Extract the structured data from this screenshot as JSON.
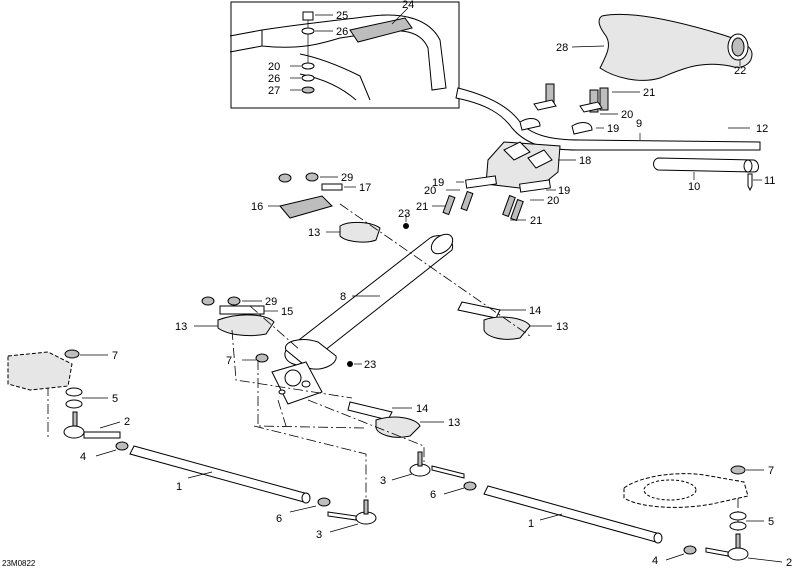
{
  "diagram": {
    "reference_code": "23M0822",
    "callouts": {
      "c25": "25",
      "c24": "24",
      "c26a": "26",
      "c20a": "20",
      "c26b": "26",
      "c27": "27",
      "c28": "28",
      "c22": "22",
      "c21a": "21",
      "c20b": "20",
      "c19a": "19",
      "c9": "9",
      "c12": "12",
      "c18": "18",
      "c19b": "19",
      "c19c": "19",
      "c20c": "20",
      "c20d": "20",
      "c21b": "21",
      "c21c": "21",
      "c10": "10",
      "c11": "11",
      "c29a": "29",
      "c17": "17",
      "c16": "16",
      "c23a": "23",
      "c13a": "13",
      "c8": "8",
      "c29b": "29",
      "c15": "15",
      "c13b": "13",
      "c14a": "14",
      "c13c": "13",
      "c7a": "7",
      "c23b": "23",
      "c14b": "14",
      "c13d": "13",
      "c7b": "7",
      "c5a": "5",
      "c2a": "2",
      "c4a": "4",
      "c1a": "1",
      "c3a": "3",
      "c6a": "6",
      "c6b": "6",
      "c3b": "3",
      "c1b": "1",
      "c7c": "7",
      "c5b": "5",
      "c4b": "4",
      "c2b": "2"
    }
  }
}
